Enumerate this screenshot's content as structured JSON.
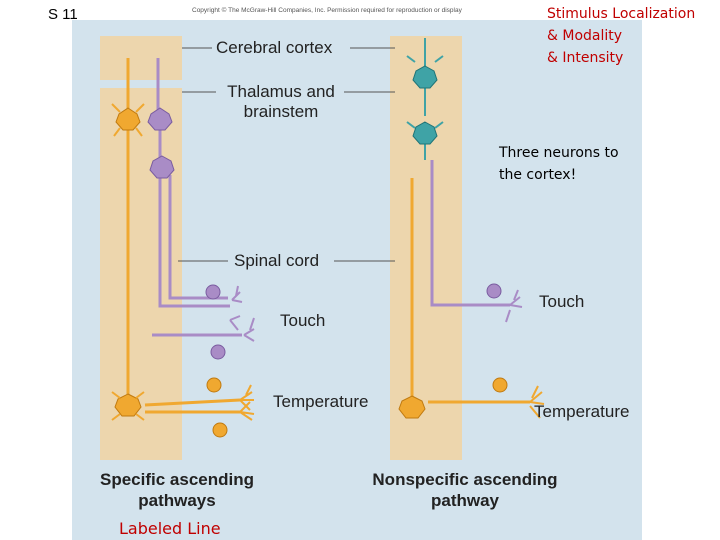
{
  "slide_number": "S 11",
  "copyright": "Copyright © The McGraw-Hill Companies, Inc. Permission required for reproduction or display",
  "notes": {
    "title_lines": [
      "Stimulus Localization",
      "& Modality",
      "& Intensity"
    ],
    "neurons_note_lines": [
      "Three neurons to",
      "the cortex!"
    ]
  },
  "diagram": {
    "labels": {
      "cerebral_cortex": "Cerebral cortex",
      "thalamus_line1": "Thalamus and",
      "thalamus_line2": "brainstem",
      "spinal_cord": "Spinal cord",
      "touch_left": "Touch",
      "temperature_left": "Temperature",
      "touch_right": "Touch",
      "temperature_right": "Temperature"
    },
    "captions": {
      "specific_line1": "Specific ascending",
      "specific_line2": "pathways",
      "nonspecific_line1": "Nonspecific ascending",
      "nonspecific_line2": "pathway"
    },
    "labeled_line": "Labeled Line"
  },
  "colors": {
    "tissue": "#edd6ad",
    "background": "#d3e3ed",
    "orange_neuron": "#f0a830",
    "purple_neuron": "#a98cc6",
    "teal_neuron": "#3fa3a6",
    "red_text": "#c00000"
  }
}
